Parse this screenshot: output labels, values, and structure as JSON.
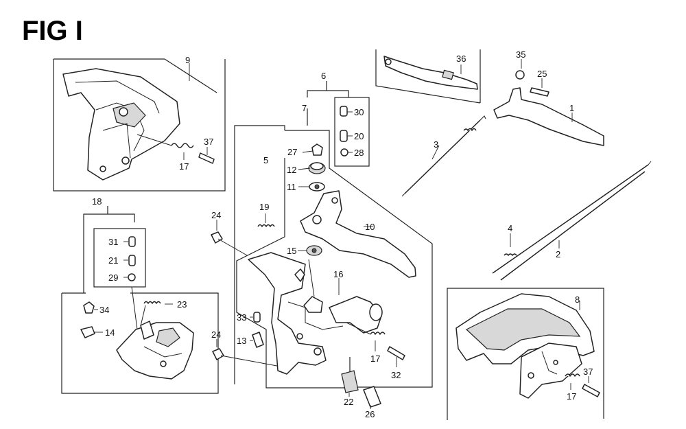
{
  "title": "FIG I",
  "callouts": {
    "c1": "1",
    "c2": "2",
    "c3": "3",
    "c4": "4",
    "c5": "5",
    "c6": "6",
    "c7": "7",
    "c8": "8",
    "c9": "9",
    "c10": "10",
    "c11": "11",
    "c12": "12",
    "c13": "13",
    "c14": "14",
    "c15": "15",
    "c16": "16",
    "c17a": "17",
    "c17b": "17",
    "c17c": "17",
    "c18": "18",
    "c19": "19",
    "c20": "20",
    "c21": "21",
    "c22": "22",
    "c23": "23",
    "c24a": "24",
    "c24b": "24",
    "c25": "25",
    "c26": "26",
    "c27": "27",
    "c28": "28",
    "c29": "29",
    "c30": "30",
    "c31": "31",
    "c32": "32",
    "c33": "33",
    "c34": "34",
    "c35": "35",
    "c36": "36",
    "c37a": "37",
    "c37b": "37"
  }
}
